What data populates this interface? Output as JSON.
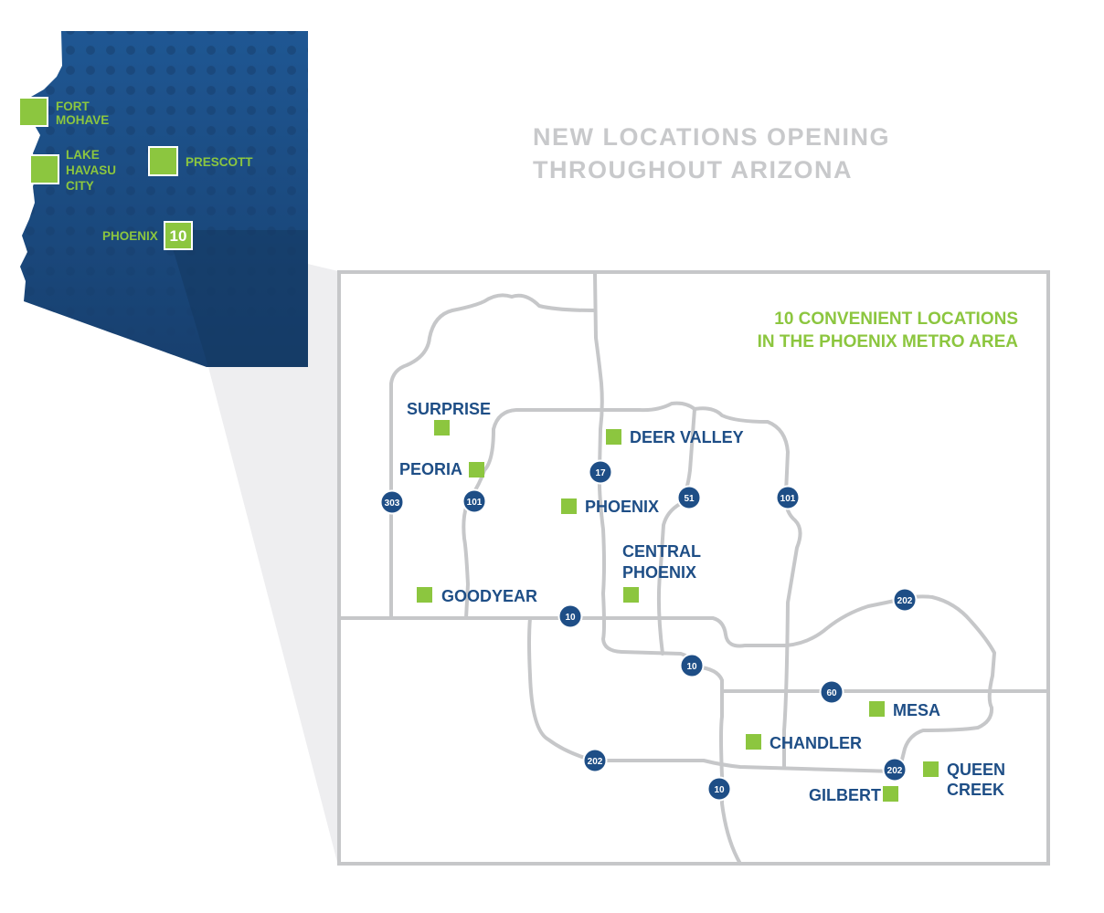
{
  "headline": {
    "line1": "NEW LOCATIONS OPENING",
    "line2": "THROUGHOUT ARIZONA"
  },
  "arizona_map": {
    "locations": {
      "fort_mohave": [
        "FORT",
        "MOHAVE"
      ],
      "lake_havasu": [
        "LAKE",
        "HAVASU",
        "CITY"
      ],
      "prescott": "PRESCOTT",
      "phoenix": "PHOENIX",
      "phoenix_count": "10"
    }
  },
  "metro_map": {
    "title": {
      "line1": "10 CONVENIENT LOCATIONS",
      "line2": "IN THE PHOENIX METRO AREA"
    },
    "cities": {
      "surprise": "SURPRISE",
      "peoria": "PEORIA",
      "deer_valley": "DEER VALLEY",
      "phoenix": "PHOENIX",
      "central_phoenix": [
        "CENTRAL",
        "PHOENIX"
      ],
      "goodyear": "GOODYEAR",
      "mesa": "MESA",
      "chandler": "CHANDLER",
      "gilbert": "GILBERT",
      "queen_creek": [
        "QUEEN",
        "CREEK"
      ]
    },
    "highways": {
      "i303": "303",
      "l101_west": "101",
      "i17": "17",
      "sr51": "51",
      "l101_east": "101",
      "l202_north": "202",
      "i10_west": "10",
      "i10_mid": "10",
      "us60": "60",
      "l202_south": "202",
      "l202_east": "202",
      "i10_south": "10"
    }
  },
  "colors": {
    "state_blue": "#1d4f8a",
    "accent_green": "#8cc63f",
    "city_blue": "#1e4e86",
    "road_gray": "#c6c7c9",
    "headline_gray": "#c8c9cb"
  }
}
